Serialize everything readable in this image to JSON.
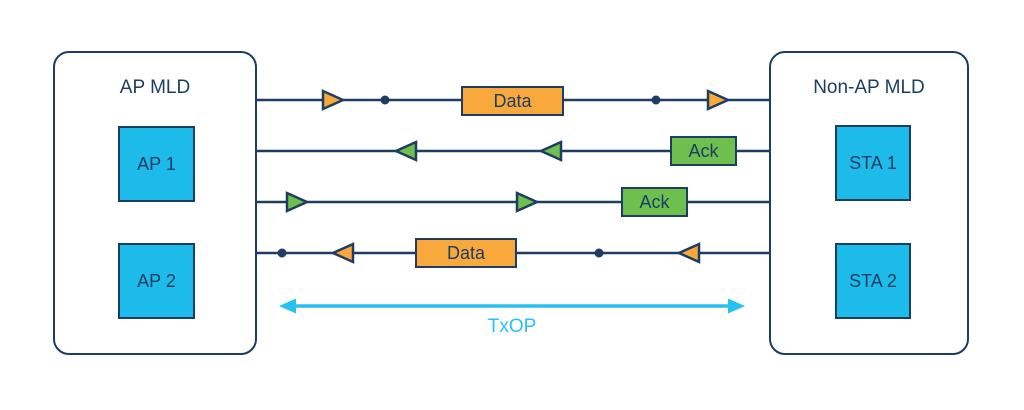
{
  "colors": {
    "background": "#FFFFFF",
    "navy": "#1D3D63",
    "cyan": "#1CBBE9",
    "orange": "#F9A83C",
    "green": "#6EC04E",
    "txop": "#29C1F0"
  },
  "ap_mld": {
    "title": "AP MLD",
    "nodes": [
      {
        "label": "AP 1"
      },
      {
        "label": "AP 2"
      }
    ]
  },
  "non_ap_mld": {
    "title": "Non-AP MLD",
    "nodes": [
      {
        "label": "STA 1"
      },
      {
        "label": "STA 2"
      }
    ]
  },
  "links": [
    {
      "label": "Data",
      "type": "data",
      "direction": "right"
    },
    {
      "label": "Ack",
      "type": "ack",
      "direction": "left"
    },
    {
      "label": "Ack",
      "type": "ack",
      "direction": "right"
    },
    {
      "label": "Data",
      "type": "data",
      "direction": "left"
    }
  ],
  "txop": {
    "label": "TxOP"
  }
}
